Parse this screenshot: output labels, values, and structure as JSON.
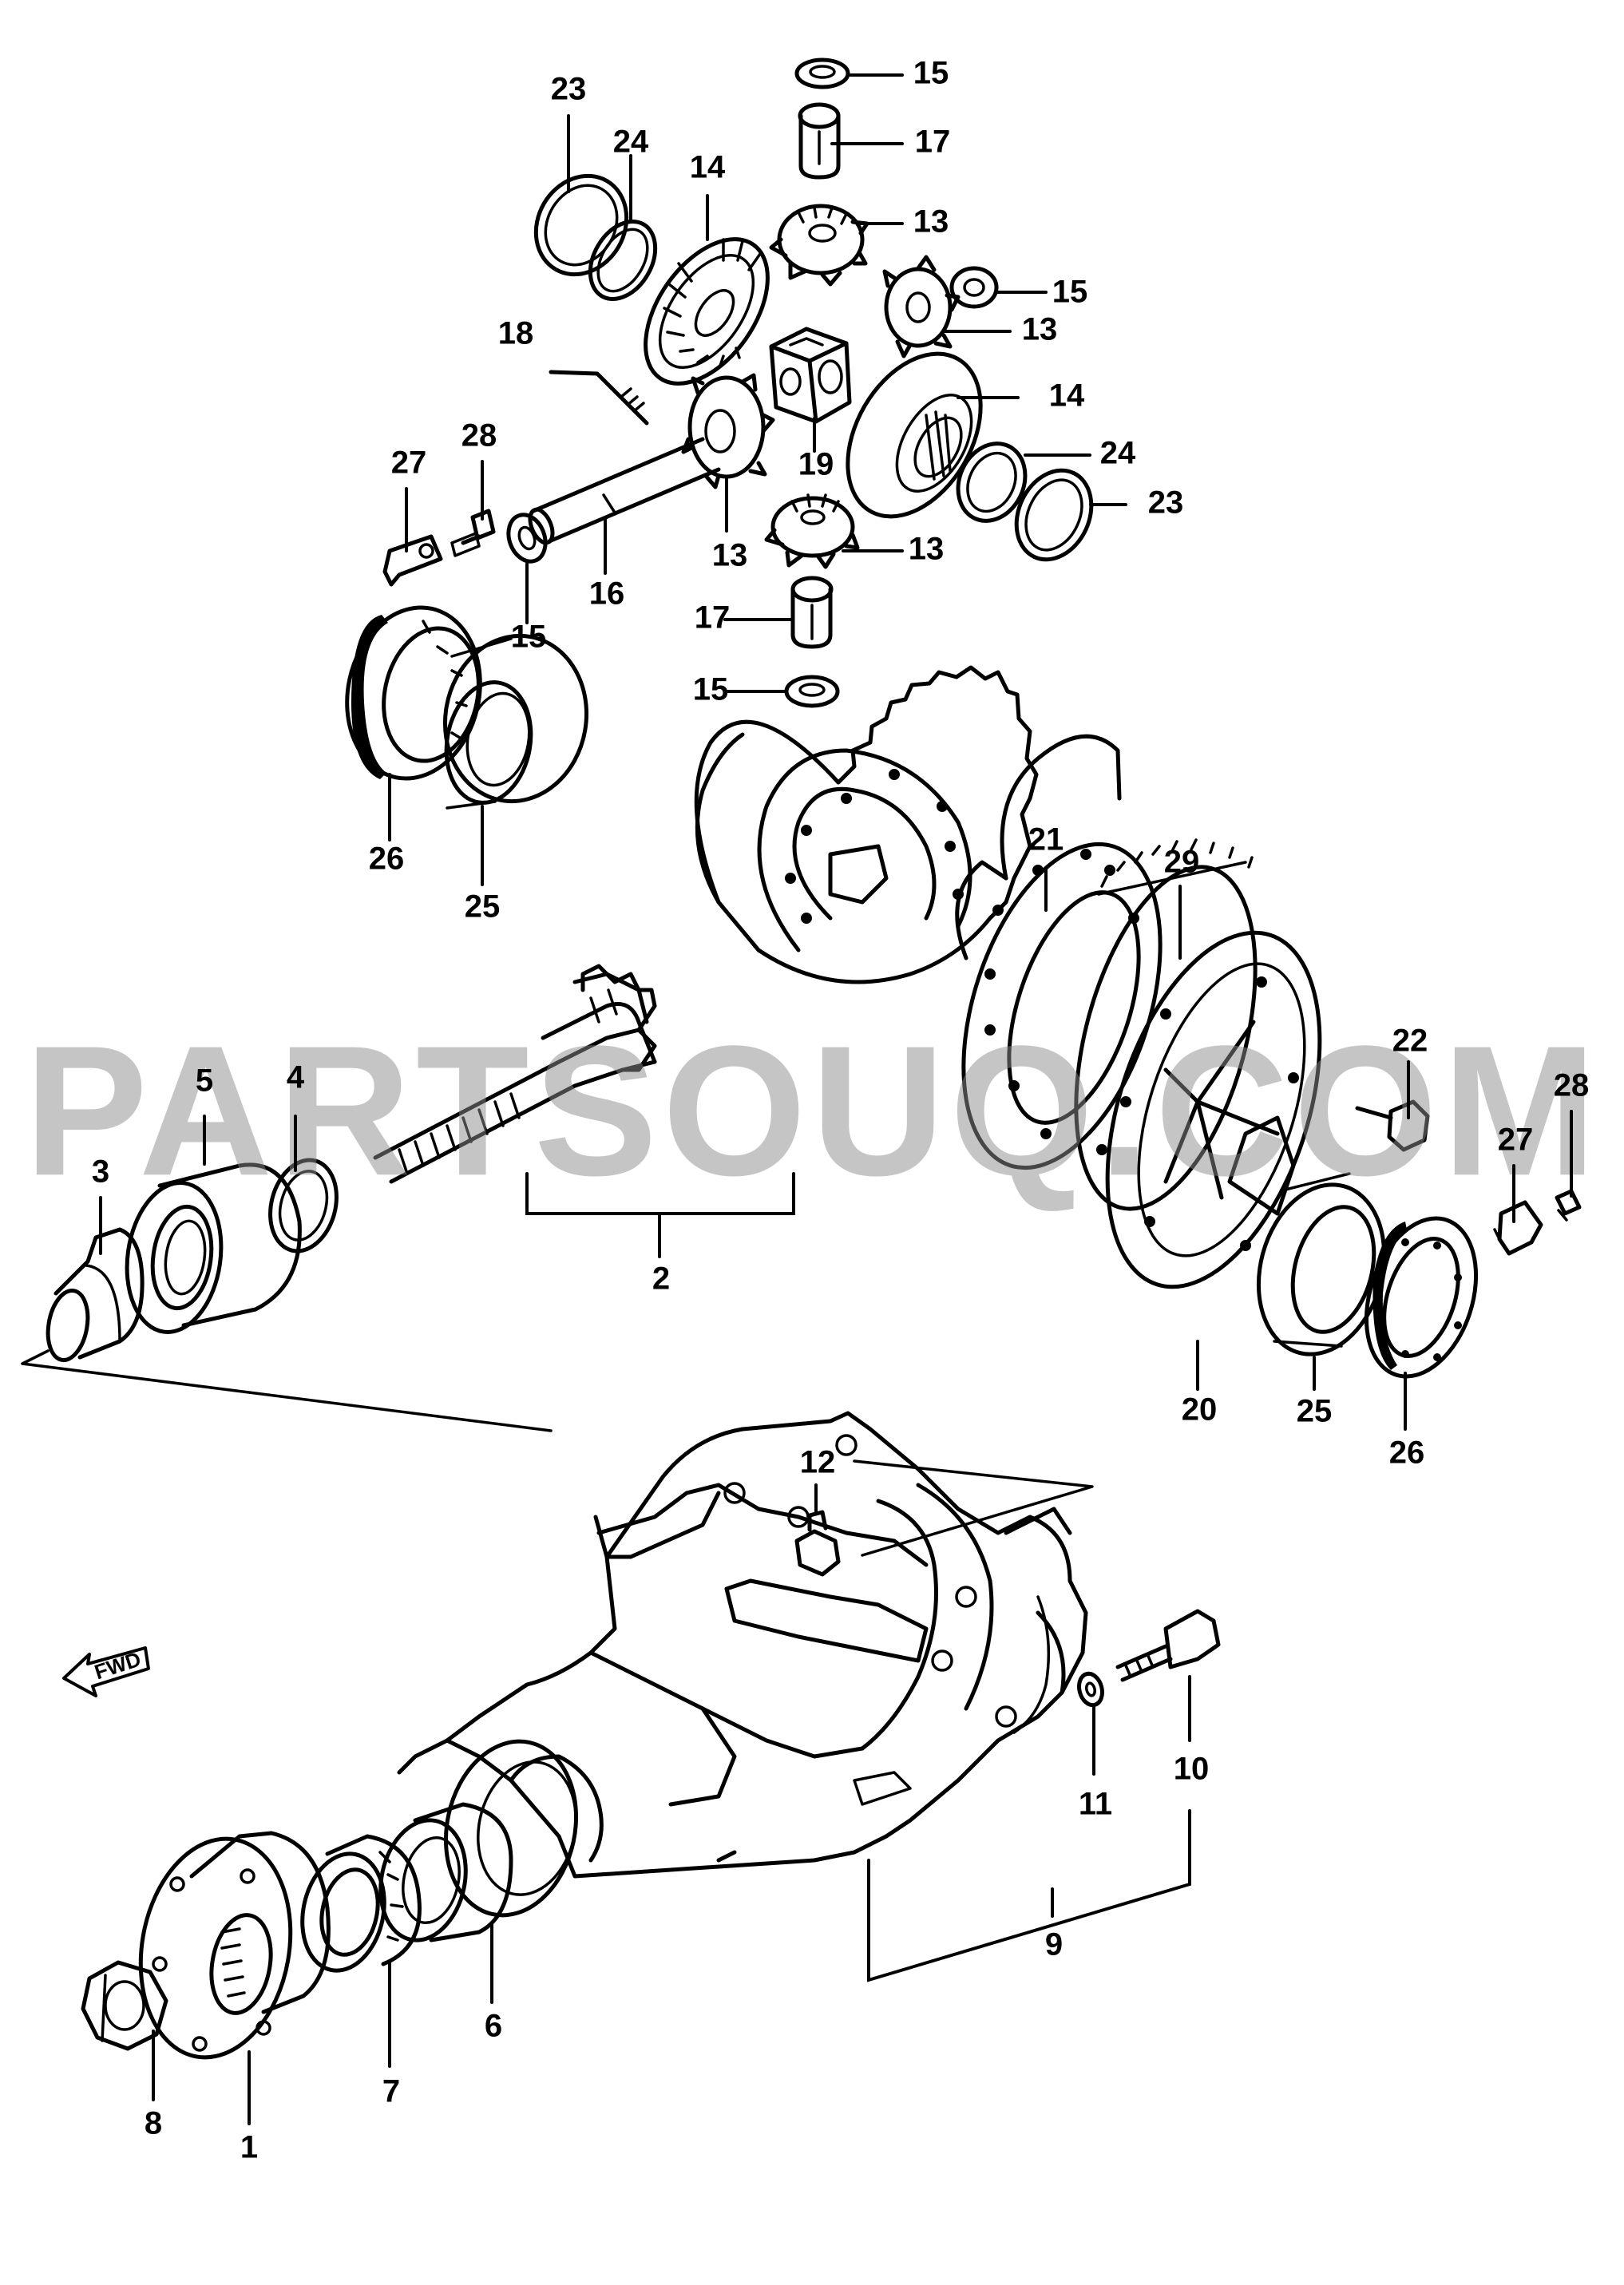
{
  "watermark": "PARTSOUQ.COM",
  "direction_arrow": {
    "label": "FWD",
    "icon": "direction-arrow-icon"
  },
  "callouts": [
    {
      "id": "c1",
      "label": "1"
    },
    {
      "id": "c2",
      "label": "2"
    },
    {
      "id": "c3",
      "label": "3"
    },
    {
      "id": "c4",
      "label": "4"
    },
    {
      "id": "c5",
      "label": "5"
    },
    {
      "id": "c6",
      "label": "6"
    },
    {
      "id": "c7",
      "label": "7"
    },
    {
      "id": "c8",
      "label": "8"
    },
    {
      "id": "c9",
      "label": "9"
    },
    {
      "id": "c10",
      "label": "10"
    },
    {
      "id": "c11",
      "label": "11"
    },
    {
      "id": "c12",
      "label": "12"
    },
    {
      "id": "c13a",
      "label": "13"
    },
    {
      "id": "c13b",
      "label": "13"
    },
    {
      "id": "c13c",
      "label": "13"
    },
    {
      "id": "c13d",
      "label": "13"
    },
    {
      "id": "c14a",
      "label": "14"
    },
    {
      "id": "c14b",
      "label": "14"
    },
    {
      "id": "c15a",
      "label": "15"
    },
    {
      "id": "c15b",
      "label": "15"
    },
    {
      "id": "c15c",
      "label": "15"
    },
    {
      "id": "c15d",
      "label": "15"
    },
    {
      "id": "c16",
      "label": "16"
    },
    {
      "id": "c17a",
      "label": "17"
    },
    {
      "id": "c17b",
      "label": "17"
    },
    {
      "id": "c18",
      "label": "18"
    },
    {
      "id": "c19",
      "label": "19"
    },
    {
      "id": "c20",
      "label": "20"
    },
    {
      "id": "c21",
      "label": "21"
    },
    {
      "id": "c22",
      "label": "22"
    },
    {
      "id": "c23a",
      "label": "23"
    },
    {
      "id": "c23b",
      "label": "23"
    },
    {
      "id": "c24a",
      "label": "24"
    },
    {
      "id": "c24b",
      "label": "24"
    },
    {
      "id": "c25a",
      "label": "25"
    },
    {
      "id": "c25b",
      "label": "25"
    },
    {
      "id": "c26a",
      "label": "26"
    },
    {
      "id": "c26b",
      "label": "26"
    },
    {
      "id": "c27a",
      "label": "27"
    },
    {
      "id": "c27b",
      "label": "27"
    },
    {
      "id": "c28a",
      "label": "28"
    },
    {
      "id": "c28b",
      "label": "28"
    },
    {
      "id": "c29",
      "label": "29"
    }
  ]
}
